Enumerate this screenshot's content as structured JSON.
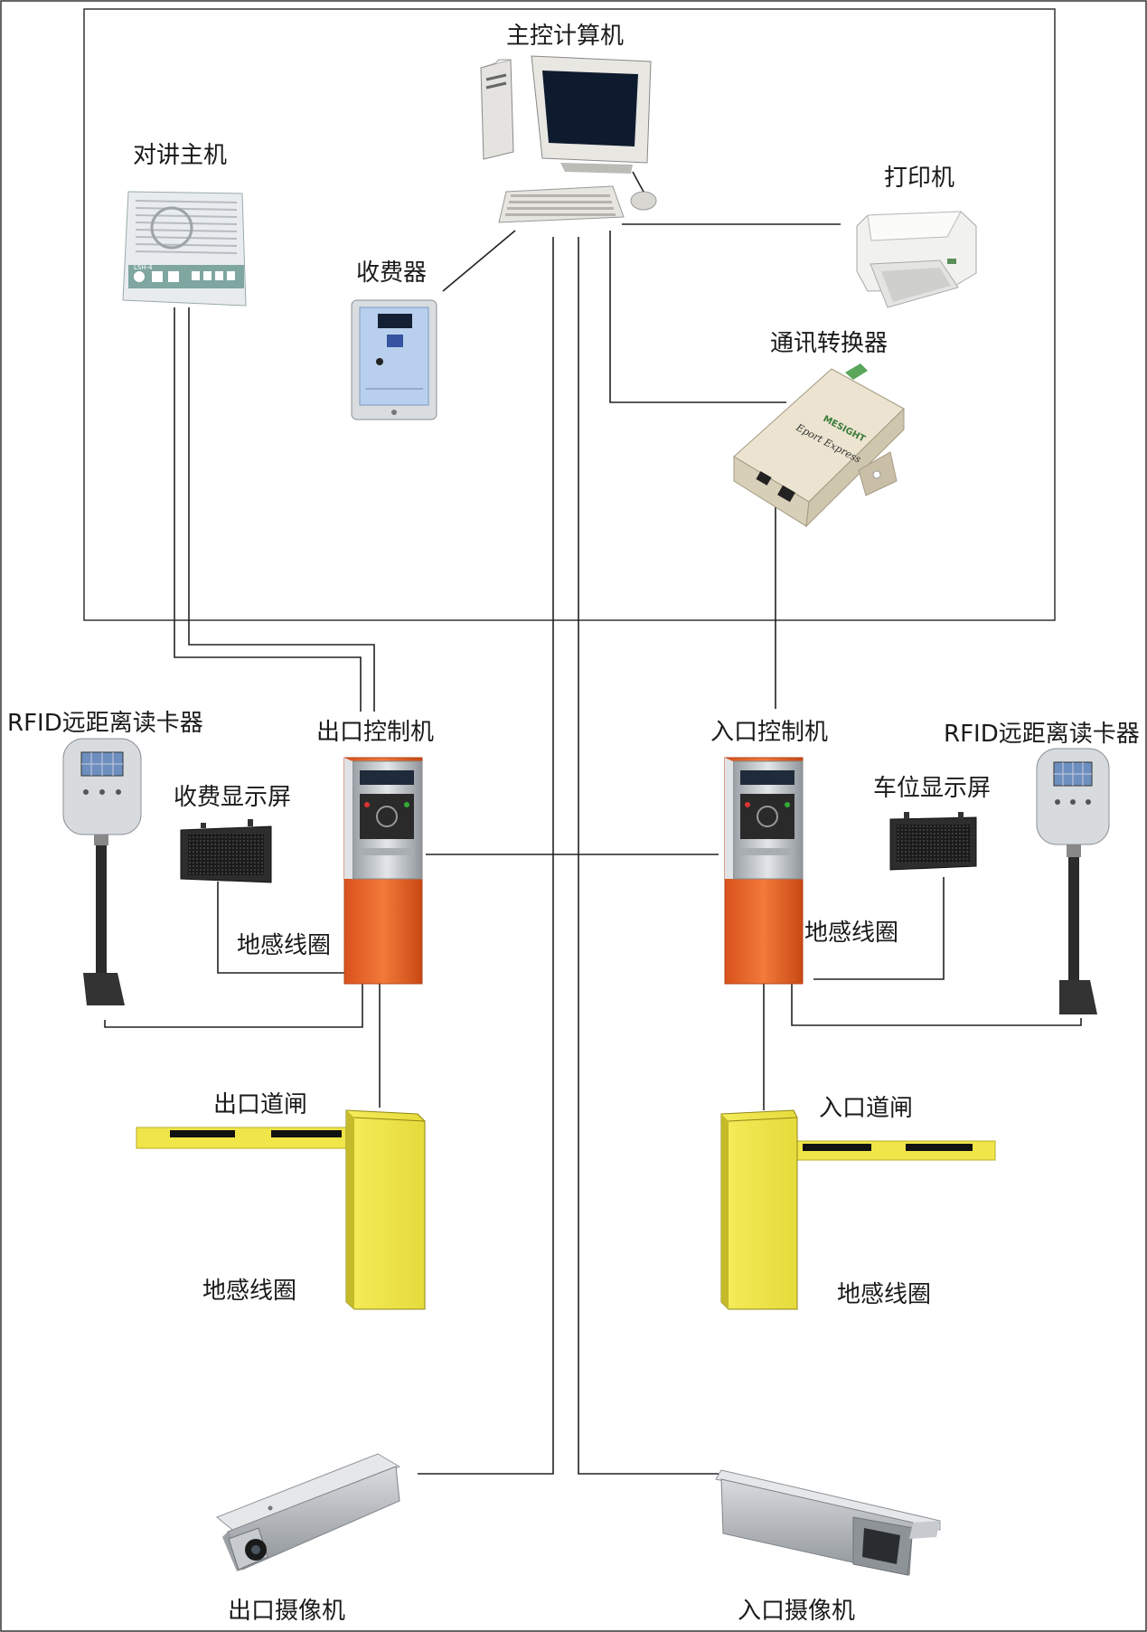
{
  "labels": {
    "main_computer": "主控计算机",
    "intercom_host": "对讲主机",
    "printer": "打印机",
    "fee_collector": "收费器",
    "comm_converter": "通讯转换器",
    "rfid_reader_left": "RFID远距离读卡器",
    "rfid_reader_right": "RFID远距离读卡器",
    "exit_controller": "出口控制机",
    "entry_controller": "入口控制机",
    "fee_display": "收费显示屏",
    "space_display": "车位显示屏",
    "loop_exit_upper": "地感线圈",
    "loop_entry_upper": "地感线圈",
    "exit_gate": "出口道闸",
    "entry_gate": "入口道闸",
    "loop_exit_lower": "地感线圈",
    "loop_entry_lower": "地感线圈",
    "exit_camera": "出口摄像机",
    "entry_camera": "入口摄像机"
  },
  "device_text": {
    "intercom_model": "LSH-4",
    "converter_brand": "MESIGHT",
    "converter_model": "Eport Express"
  },
  "colors": {
    "controller_orange": "#ee6a2a",
    "gate_yellow": "#f0e64a",
    "boom_black": "#111111",
    "panel_steel": "#c9cdd1"
  }
}
